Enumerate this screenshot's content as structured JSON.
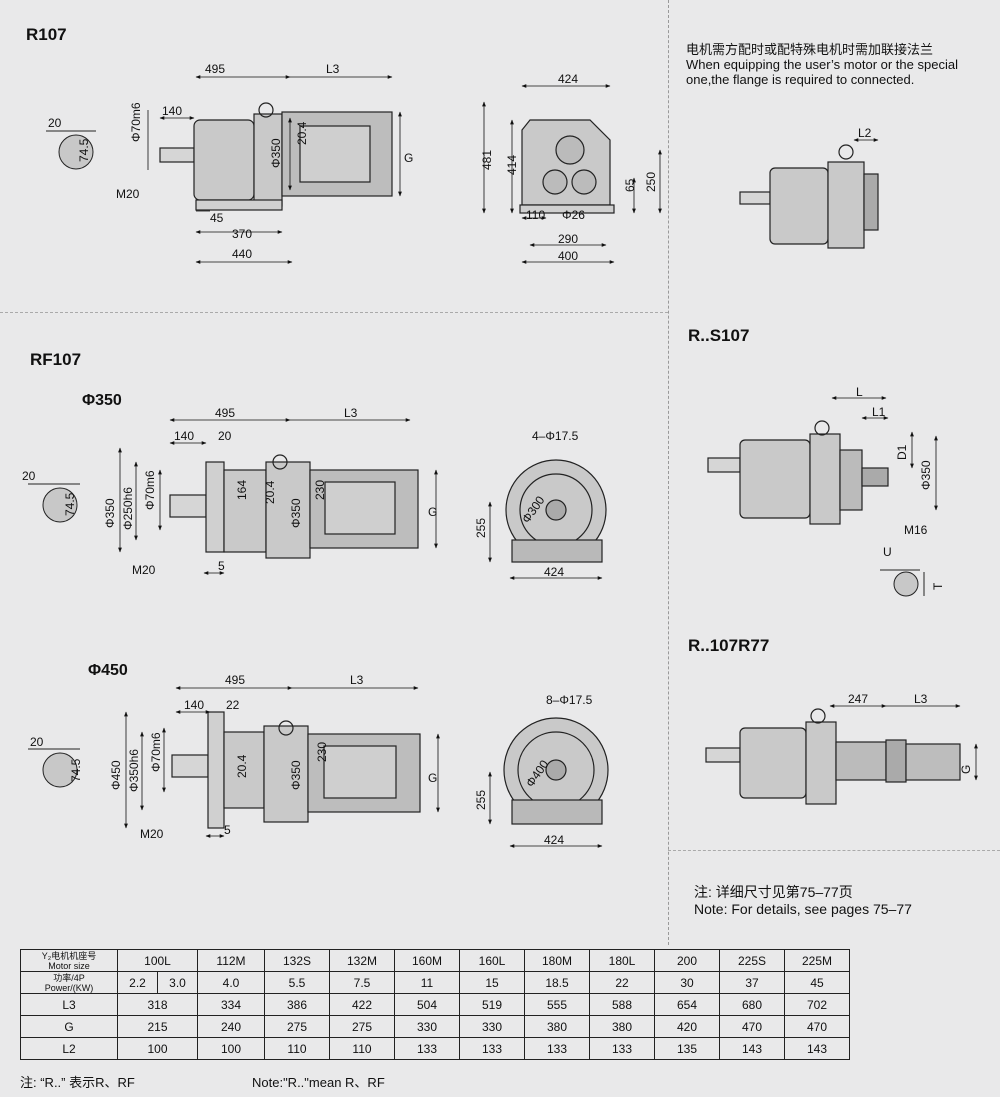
{
  "sections": {
    "r107": {
      "title": "R107"
    },
    "rf107": {
      "title": "RF107",
      "phi350": "Φ350",
      "phi450": "Φ450"
    },
    "rs107": {
      "title": "R..S107"
    },
    "r107r77": {
      "title": "R..107R77"
    }
  },
  "flange_note": {
    "zh": "电机需方配时或配特殊电机时需加联接法兰",
    "en1": "When equipping the user’s motor or the special",
    "en2": "one,the flange is required to connected."
  },
  "details_note": {
    "zh": "注: 详细尺寸见第75–77页",
    "en": "Note: For details, see pages 75–77"
  },
  "dims": {
    "r107": {
      "d495": "495",
      "L3": "L3",
      "d140": "140",
      "d20": "20",
      "d745": "74.5",
      "shaft": "Φ70m6",
      "d350": "Φ350",
      "d204": "20.4",
      "G": "G",
      "M20": "M20",
      "d45": "45",
      "d370": "370",
      "d440": "440",
      "d424": "424",
      "d481": "481",
      "d414": "414",
      "d65": "65",
      "d250": "250",
      "d110": "110",
      "d26": "Φ26",
      "d290": "290",
      "d400": "400",
      "L2": "L2"
    },
    "rf107a": {
      "d495": "495",
      "L3": "L3",
      "d140": "140",
      "d20": "20",
      "d20b": "20",
      "d745": "74.5",
      "phi350": "Φ350",
      "phi250": "Φ250h6",
      "shaft": "Φ70m6",
      "d164": "164",
      "d204": "20.4",
      "phi350b": "Φ350",
      "d230": "230",
      "G": "G",
      "M20": "M20",
      "d5": "5",
      "holes": "4–Φ17.5",
      "d255": "255",
      "phi300": "Φ300",
      "d424": "424"
    },
    "rf107b": {
      "d495": "495",
      "L3": "L3",
      "d140": "140",
      "d22": "22",
      "d20": "20",
      "d745": "74.5",
      "phi450": "Φ450",
      "phi350": "Φ350h6",
      "shaft": "Φ70m6",
      "d204": "20.4",
      "phi350b": "Φ350",
      "d230": "230",
      "G": "G",
      "M20": "M20",
      "d5": "5",
      "holes": "8–Φ17.5",
      "d255": "255",
      "phi400": "Φ400",
      "d424": "424"
    },
    "rs107": {
      "L": "L",
      "L1": "L1",
      "D1": "D1",
      "phi350": "Φ350",
      "M16": "M16",
      "U": "U",
      "T": "T"
    },
    "r107r77": {
      "d247": "247",
      "L3": "L3",
      "G": "G"
    }
  },
  "table": {
    "motor_size_label": "Y₂电机机座号\nMotor size",
    "power_label": "功率/4P\nPower/(KW)",
    "row_labels": [
      "L3",
      "G",
      "L2"
    ],
    "motor_sizes": [
      "100L",
      "112M",
      "132S",
      "132M",
      "160M",
      "160L",
      "180M",
      "180L",
      "200",
      "225S",
      "225M"
    ],
    "powers": [
      "2.2",
      "3.0",
      "4.0",
      "5.5",
      "7.5",
      "11",
      "15",
      "18.5",
      "22",
      "30",
      "37",
      "45"
    ],
    "L3": [
      "318",
      "334",
      "386",
      "422",
      "504",
      "519",
      "555",
      "588",
      "654",
      "680",
      "702"
    ],
    "G": [
      "215",
      "240",
      "275",
      "275",
      "330",
      "330",
      "380",
      "380",
      "420",
      "470",
      "470"
    ],
    "L2": [
      "100",
      "100",
      "110",
      "110",
      "133",
      "133",
      "133",
      "133",
      "135",
      "143",
      "143"
    ]
  },
  "footnotes": {
    "zh": "注: “R..” 表示R、RF",
    "en": "Note:\"R..\"mean R、RF"
  }
}
